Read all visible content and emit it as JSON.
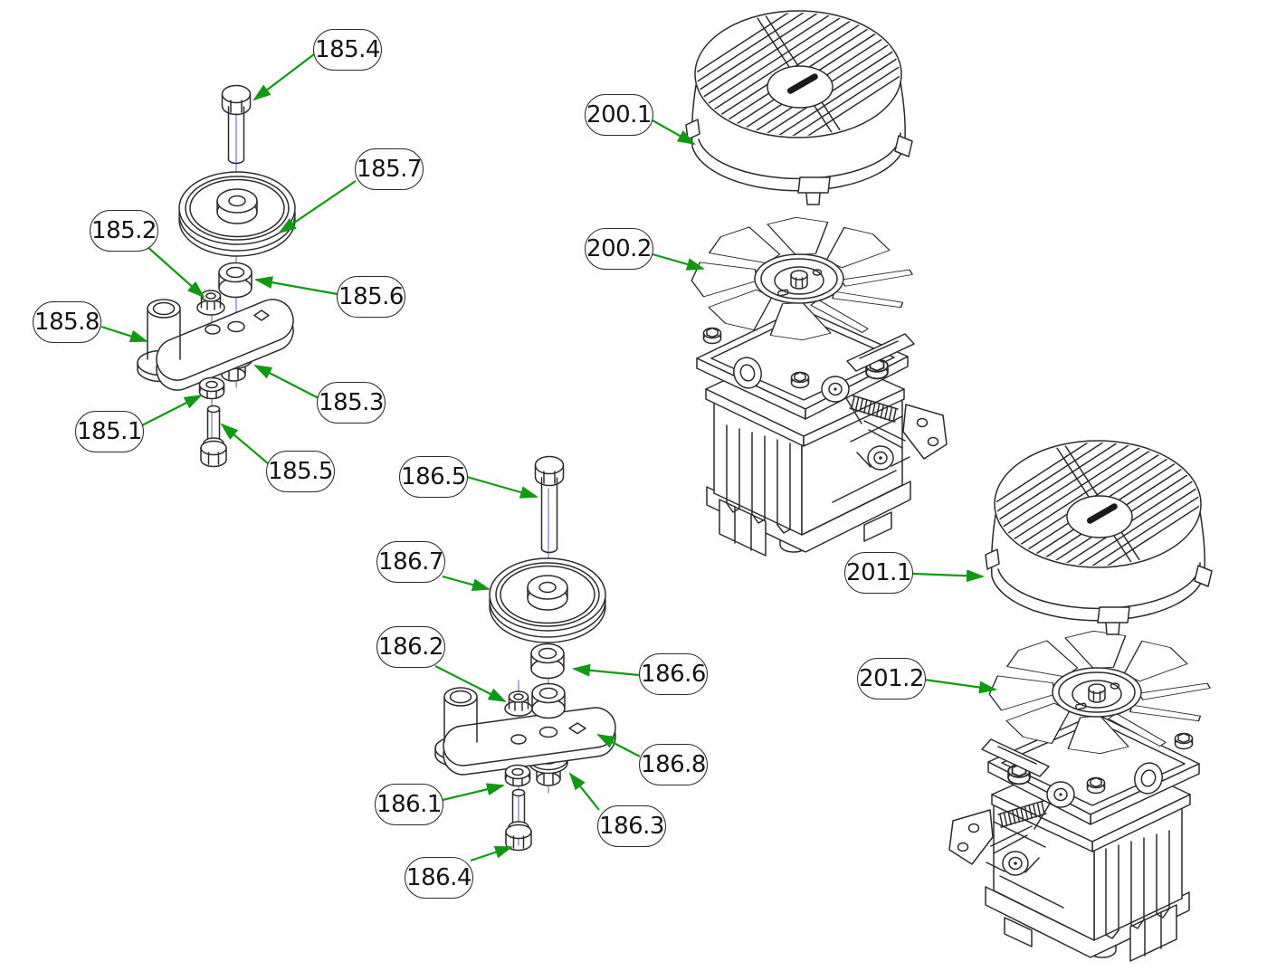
{
  "page": {
    "type": "exploded-parts-diagram",
    "background": "#ffffff"
  },
  "colors": {
    "line": "#2b2b2b",
    "arrow": "#0f9b0f",
    "centerline": "#8585ea",
    "bubble_fill": "#ffffff",
    "bubble_border": "#2b2b2b",
    "bubble_text": "#141414",
    "slot_fill": "#1a1a1a"
  },
  "assemblies": [
    {
      "id": "185",
      "name": "idler arm assembly (upper left)",
      "callout_refs": [
        "185.1",
        "185.2",
        "185.3",
        "185.4",
        "185.5",
        "185.6",
        "185.7",
        "185.8"
      ]
    },
    {
      "id": "186",
      "name": "idler arm assembly (center)",
      "callout_refs": [
        "186.1",
        "186.2",
        "186.3",
        "186.4",
        "186.5",
        "186.6",
        "186.7",
        "186.8"
      ]
    },
    {
      "id": "200",
      "name": "transaxle assembly (upper right)",
      "callout_refs": [
        "200.1",
        "200.2"
      ]
    },
    {
      "id": "201",
      "name": "transaxle assembly (lower right)",
      "callout_refs": [
        "201.1",
        "201.2"
      ]
    }
  ],
  "callouts": [
    {
      "ref": "185.4",
      "label": "185.4",
      "part": "hex head bolt",
      "assembly": "185"
    },
    {
      "ref": "185.7",
      "label": "185.7",
      "part": "idler pulley",
      "assembly": "185"
    },
    {
      "ref": "185.2",
      "label": "185.2",
      "part": "flange lock nut",
      "assembly": "185"
    },
    {
      "ref": "185.6",
      "label": "185.6",
      "part": "spacer",
      "assembly": "185"
    },
    {
      "ref": "185.8",
      "label": "185.8",
      "part": "idler arm pivot sleeve",
      "assembly": "185"
    },
    {
      "ref": "185.3",
      "label": "185.3",
      "part": "flanged bushing",
      "assembly": "185"
    },
    {
      "ref": "185.1",
      "label": "185.1",
      "part": "flange nut",
      "assembly": "185"
    },
    {
      "ref": "185.5",
      "label": "185.5",
      "part": "shoulder bolt",
      "assembly": "185"
    },
    {
      "ref": "186.5",
      "label": "186.5",
      "part": "hex head bolt",
      "assembly": "186"
    },
    {
      "ref": "186.7",
      "label": "186.7",
      "part": "idler pulley",
      "assembly": "186"
    },
    {
      "ref": "186.2",
      "label": "186.2",
      "part": "flange lock nut",
      "assembly": "186"
    },
    {
      "ref": "186.6",
      "label": "186.6",
      "part": "spacer",
      "assembly": "186"
    },
    {
      "ref": "186.8",
      "label": "186.8",
      "part": "idler arm",
      "assembly": "186"
    },
    {
      "ref": "186.1",
      "label": "186.1",
      "part": "flange nut",
      "assembly": "186"
    },
    {
      "ref": "186.3",
      "label": "186.3",
      "part": "flanged bushing",
      "assembly": "186"
    },
    {
      "ref": "186.4",
      "label": "186.4",
      "part": "shoulder bolt",
      "assembly": "186"
    },
    {
      "ref": "200.1",
      "label": "200.1",
      "part": "fan guard",
      "assembly": "200"
    },
    {
      "ref": "200.2",
      "label": "200.2",
      "part": "cooling fan",
      "assembly": "200"
    },
    {
      "ref": "201.1",
      "label": "201.1",
      "part": "fan guard",
      "assembly": "201"
    },
    {
      "ref": "201.2",
      "label": "201.2",
      "part": "cooling fan",
      "assembly": "201"
    }
  ]
}
